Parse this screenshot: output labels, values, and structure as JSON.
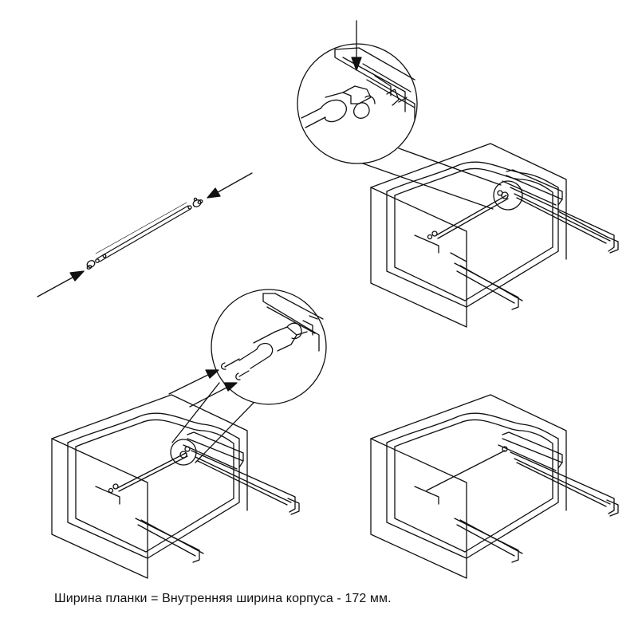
{
  "caption": "Ширина планки = Внутренняя ширина корпуса - 172 мм.",
  "colors": {
    "ink": "#111111",
    "paper": "#ffffff"
  },
  "figures": [
    {
      "id": "bar-with-end-caps",
      "icons": [
        "arrow-icon",
        "end-cap-icon"
      ]
    },
    {
      "id": "drawer-top-right-with-zoom"
    },
    {
      "id": "drawer-bottom-left-with-zoom"
    },
    {
      "id": "drawer-bottom-right"
    }
  ]
}
